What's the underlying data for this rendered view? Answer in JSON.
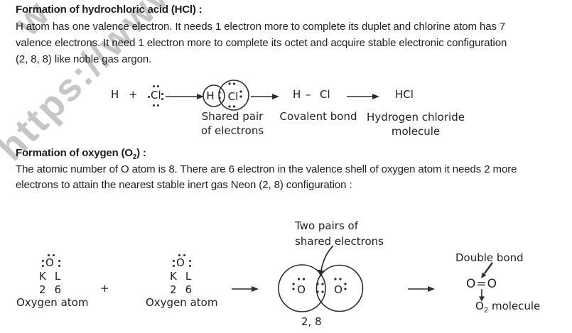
{
  "watermark": {
    "text": "https://www",
    "fragment": "w",
    "color": "#c6c6c6"
  },
  "hcl": {
    "heading": "Formation of hydrochloric acid (HCl) :",
    "body_lines": [
      "H atom has one valence electron. It needs 1 electron more to complete its duplet and chlorine atom has 7",
      "valence electrons. It need 1 electron more to complete its octet and acquire stable electronic configuration",
      "(2, 8, 8) like noble gas argon."
    ],
    "equation": {
      "reactant_h": "H",
      "plus": "+",
      "reactant_cl": "Cl",
      "venn_h": "H",
      "venn_cl": "Cl",
      "product_h": "H",
      "bond_dash": "–",
      "product_cl": "Cl",
      "product_formula": "HCl",
      "shared_label_line1": "Shared pair",
      "shared_label_line2": "of electrons",
      "covalent_label": "Covalent bond",
      "product_label_line1": "Hydrogen chloride",
      "product_label_line2": "molecule"
    }
  },
  "oxygen": {
    "heading_pre": "Formation of oxygen (O",
    "heading_sub": "2",
    "heading_post": ") :",
    "body_lines": [
      "The atomic number of O atom is 8. There are 6 electron in the valence shell of oxygen atom it needs 2 more",
      "electrons to attain the nearest stable inert gas Neon (2, 8) configuration :"
    ],
    "diagram": {
      "atom1": {
        "symbol": "O",
        "shell_k": "K",
        "shell_l": "L",
        "count_k": "2",
        "count_l": "6",
        "label": "Oxygen atom"
      },
      "atom2": {
        "symbol": "O",
        "shell_k": "K",
        "shell_l": "L",
        "count_k": "2",
        "count_l": "6",
        "label": "Oxygen atom"
      },
      "plus": "+",
      "annotation_line1": "Two pairs of",
      "annotation_line2": "shared electrons",
      "venn_left": "O",
      "venn_right": "O",
      "config": "2, 8",
      "double_bond_label": "Double bond",
      "formula": "O=O",
      "molecule_pre": "O",
      "molecule_sub": "2",
      "molecule_post": " molecule"
    }
  }
}
